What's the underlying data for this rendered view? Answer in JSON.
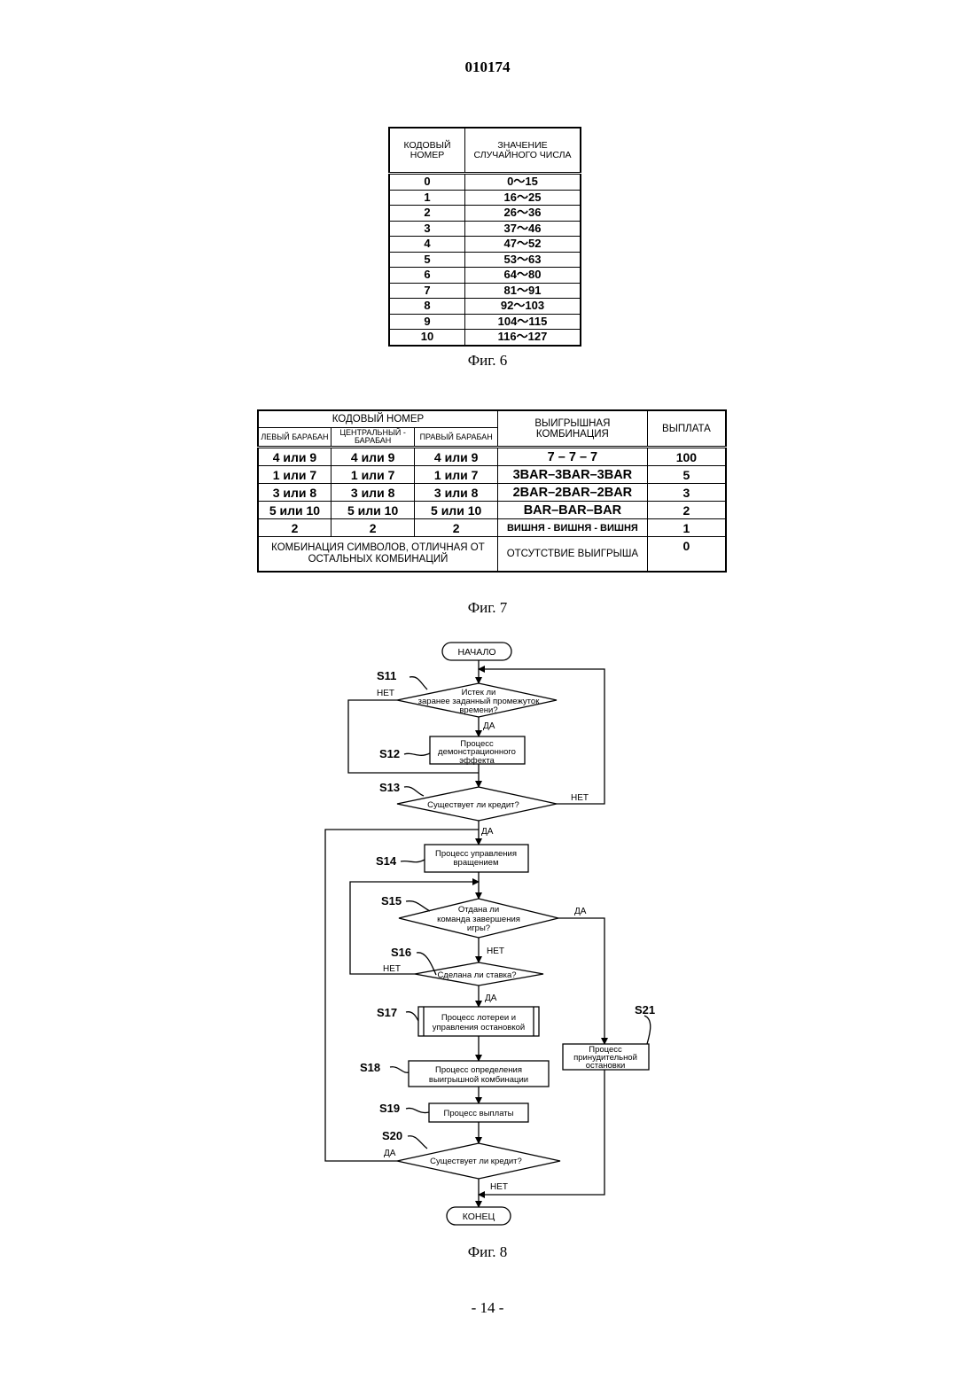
{
  "doc_number": "010174",
  "page_number": "- 14 -",
  "fig6": {
    "caption": "Фиг. 6",
    "headers": [
      "КОДОВЫЙ НОМЕР",
      "ЗНАЧЕНИЕ СЛУЧАЙНОГО ЧИСЛА"
    ],
    "rows": [
      [
        "0",
        "0～15"
      ],
      [
        "1",
        "16～25"
      ],
      [
        "2",
        "26～36"
      ],
      [
        "3",
        "37～46"
      ],
      [
        "4",
        "47～52"
      ],
      [
        "5",
        "53～63"
      ],
      [
        "6",
        "64～80"
      ],
      [
        "7",
        "81～91"
      ],
      [
        "8",
        "92～103"
      ],
      [
        "9",
        "104～115"
      ],
      [
        "10",
        "116～127"
      ]
    ]
  },
  "fig7": {
    "caption": "Фиг. 7",
    "header_code": "КОДОВЫЙ НОМЕР",
    "header_left": "ЛЕВЫЙ БАРАБАН",
    "header_center": "ЦЕНТРАЛЬНЫЙ - БАРАБАН",
    "header_right": "ПРАВЫЙ БАРАБАН",
    "header_combo": "ВЫИГРЫШНАЯ КОМБИНАЦИЯ",
    "header_payout": "ВЫПЛАТА",
    "rows": [
      {
        "left": "4 или 9",
        "center": "4 или 9",
        "right": "4 или 9",
        "combo": "7 – 7 – 7",
        "payout": "100"
      },
      {
        "left": "1 или 7",
        "center": "1 или 7",
        "right": "1 или 7",
        "combo": "3BAR–3BAR–3BAR",
        "payout": "5"
      },
      {
        "left": "3 или 8",
        "center": "3 или 8",
        "right": "3 или 8",
        "combo": "2BAR–2BAR–2BAR",
        "payout": "3"
      },
      {
        "left": "5 или 10",
        "center": "5 или 10",
        "right": "5 или 10",
        "combo": "BAR–BAR–BAR",
        "payout": "2"
      },
      {
        "left": "2",
        "center": "2",
        "right": "2",
        "combo": "ВИШНЯ - ВИШНЯ - ВИШНЯ",
        "payout": "1"
      }
    ],
    "last_row": {
      "label": "КОМБИНАЦИЯ СИМВОЛОВ, ОТЛИЧНАЯ ОТ ОСТАЛЬНЫХ КОМБИНАЦИЙ",
      "combo": "ОТСУТСТВИЕ ВЫИГРЫША",
      "payout": "0"
    }
  },
  "fig8": {
    "caption": "Фиг. 8",
    "start": "НАЧАЛО",
    "end": "КОНЕЦ",
    "yes": "ДА",
    "no": "НЕТ",
    "steps": {
      "s11": {
        "id": "S11",
        "lines": [
          "Истек ли",
          "заранее заданный промежуток",
          "времени?"
        ]
      },
      "s12": {
        "id": "S12",
        "lines": [
          "Процесс",
          "демонстрационного",
          "эффекта"
        ]
      },
      "s13": {
        "id": "S13",
        "lines": [
          "Существует ли кредит?"
        ]
      },
      "s14": {
        "id": "S14",
        "lines": [
          "Процесс управления",
          "вращением"
        ]
      },
      "s15": {
        "id": "S15",
        "lines": [
          "Отдана ли",
          "команда завершения",
          "игры?"
        ]
      },
      "s16": {
        "id": "S16",
        "lines": [
          "Сделана ли ставка?"
        ]
      },
      "s17": {
        "id": "S17",
        "lines": [
          "Процесс лотереи и",
          "управления остановкой"
        ]
      },
      "s18": {
        "id": "S18",
        "lines": [
          "Процесс определения",
          "выигрышной комбинации"
        ]
      },
      "s19": {
        "id": "S19",
        "lines": [
          "Процесс выплаты"
        ]
      },
      "s20": {
        "id": "S20",
        "lines": [
          "Существует ли кредит?"
        ]
      },
      "s21": {
        "id": "S21",
        "lines": [
          "Процесс",
          "принудительной",
          "остановки"
        ]
      }
    }
  }
}
